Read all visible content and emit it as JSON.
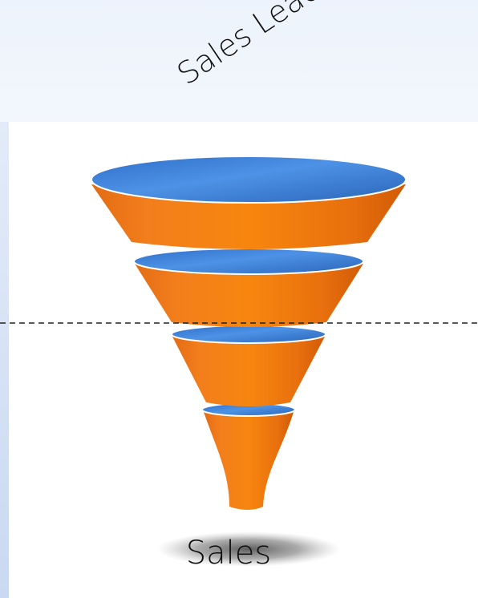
{
  "diagram": {
    "title": "Sales Leads",
    "bottom_label": "Sales",
    "stages": 4,
    "colors": {
      "rim_blue": "#3f7fd9",
      "body_orange": "#f07b1a",
      "dashed_line": "#222222"
    }
  }
}
